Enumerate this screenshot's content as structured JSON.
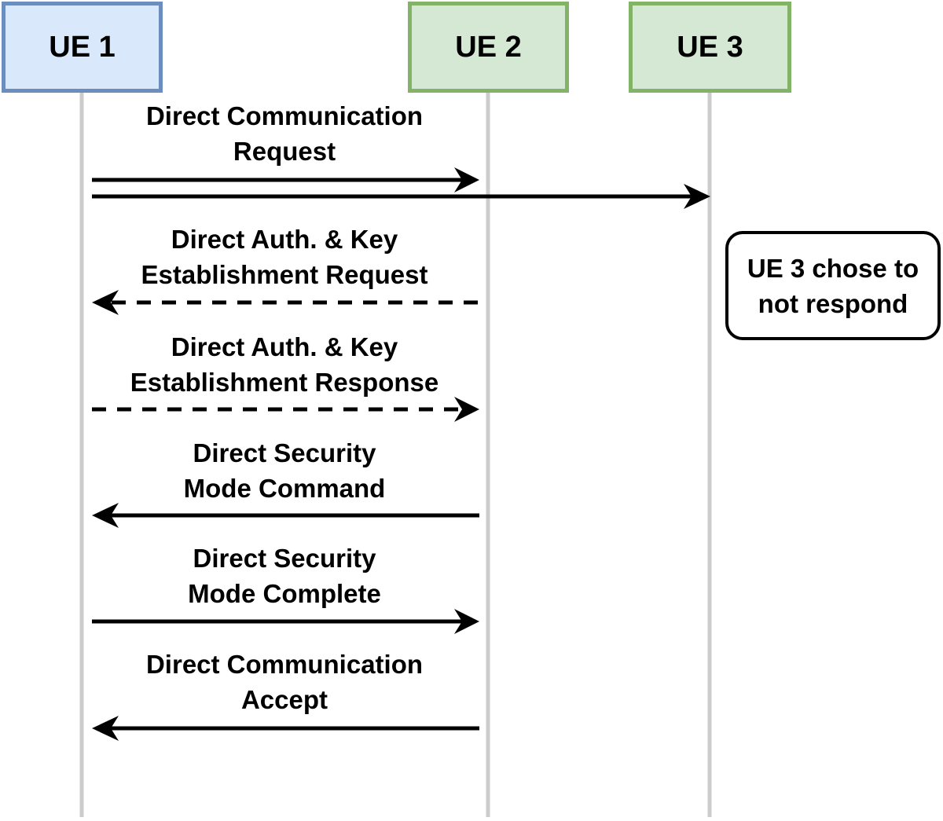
{
  "diagram": {
    "actors": [
      {
        "id": "ue1",
        "label": "UE 1",
        "fill": "#dae8fc",
        "stroke": "#6c8ebf"
      },
      {
        "id": "ue2",
        "label": "UE 2",
        "fill": "#d5e8d4",
        "stroke": "#82b366"
      },
      {
        "id": "ue3",
        "label": "UE 3",
        "fill": "#d5e8d4",
        "stroke": "#82b366"
      }
    ],
    "lifeline_color": "#cccccc",
    "messages": [
      {
        "from": "ue1",
        "to": "ue2",
        "style": "solid",
        "line1": "Direct Communication",
        "line2": "Request"
      },
      {
        "from": "ue1",
        "to": "ue3",
        "style": "solid",
        "line1": "",
        "line2": ""
      },
      {
        "from": "ue2",
        "to": "ue1",
        "style": "dashed",
        "line1": "Direct Auth. & Key",
        "line2": "Establishment Request"
      },
      {
        "from": "ue1",
        "to": "ue2",
        "style": "dashed",
        "line1": "Direct Auth. & Key",
        "line2": "Establishment Response"
      },
      {
        "from": "ue2",
        "to": "ue1",
        "style": "solid",
        "line1": "Direct Security",
        "line2": "Mode Command"
      },
      {
        "from": "ue1",
        "to": "ue2",
        "style": "solid",
        "line1": "Direct Security",
        "line2": "Mode Complete"
      },
      {
        "from": "ue2",
        "to": "ue1",
        "style": "solid",
        "line1": "Direct Communication",
        "line2": "Accept"
      }
    ],
    "note": {
      "line1": "UE 3 chose to",
      "line2": "not respond"
    }
  }
}
